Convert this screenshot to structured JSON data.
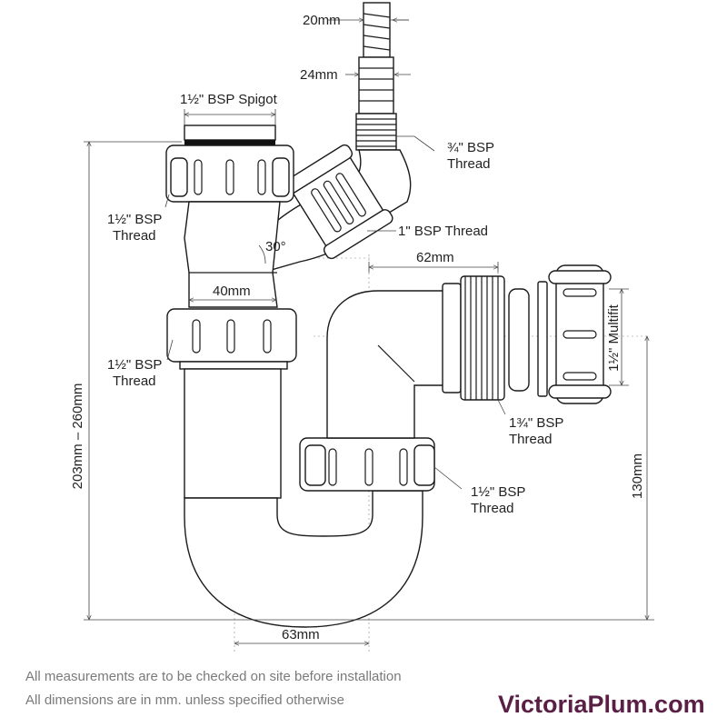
{
  "labels": {
    "hose_tip": "20mm",
    "hose_mid": "24mm",
    "spigot": "1½\" BSP Spigot",
    "bsp34_line1": "¾\" BSP",
    "bsp34_line2": "Thread",
    "left_thread_line1": "1½\" BSP",
    "left_thread_line2": "Thread",
    "one_inch": "1\" BSP Thread",
    "angle": "30°",
    "width40": "40mm",
    "width62": "62mm",
    "lower_left_line1": "1½\" BSP",
    "lower_left_line2": "Thread",
    "height_total": "203mm – 260mm",
    "multifit": "1½\" Multifit",
    "bsp134_line1": "1¾\" BSP",
    "bsp134_line2": "Thread",
    "lower_right_line1": "1½\" BSP",
    "lower_right_line2": "Thread",
    "height130": "130mm",
    "width63": "63mm"
  },
  "notes": {
    "line1": "All measurements are to be checked on site before installation",
    "line2": "All dimensions are in mm. unless specified otherwise"
  },
  "brand": {
    "name": "VictoriaPlum.com",
    "color": "#5a1f45"
  }
}
